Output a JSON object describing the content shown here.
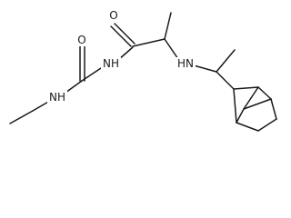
{
  "molecule": {
    "atom_labels": {
      "urea_oxygen": "O",
      "urea_nh_ethyl": "NH",
      "imide_nh": "NH",
      "amide_oxygen": "O",
      "amine_nh": "HN"
    }
  }
}
